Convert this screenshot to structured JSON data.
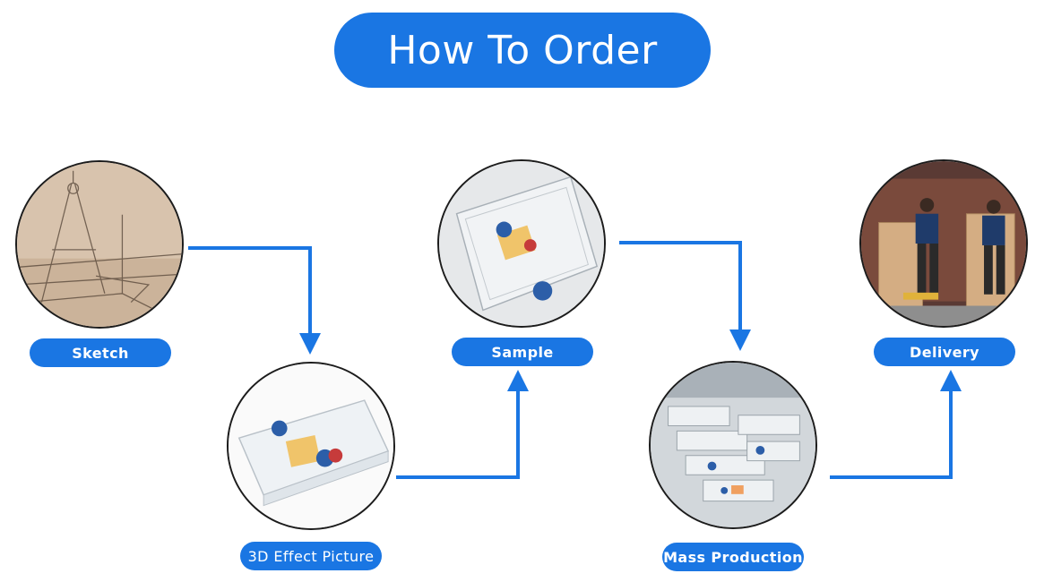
{
  "title": "How To Order",
  "steps": [
    {
      "label": "Sketch",
      "image": "compass-sketch-photo"
    },
    {
      "label": "3D Effect Picture",
      "image": "acrylic-tray-render"
    },
    {
      "label": "Sample",
      "image": "acrylic-tray-sample-photo"
    },
    {
      "label": "Mass Production",
      "image": "factory-stacked-trays-photo"
    },
    {
      "label": "Delivery",
      "image": "warehouse-loading-photo"
    }
  ],
  "colors": {
    "accent": "#1a76e3",
    "arrow": "#1a76e3"
  },
  "icons": {
    "arrow": "arrow-icon"
  }
}
